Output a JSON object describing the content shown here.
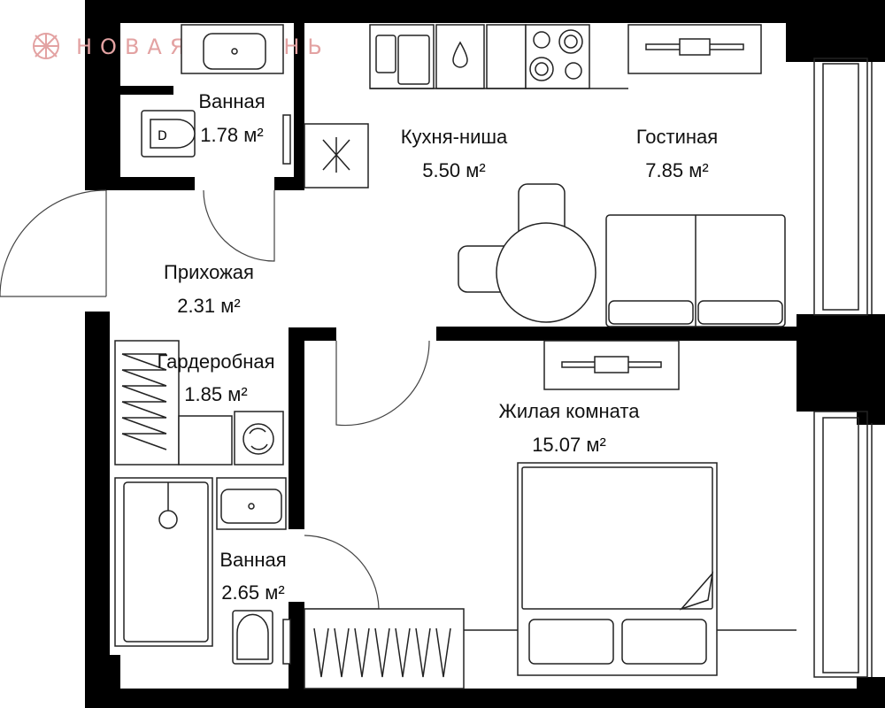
{
  "brand": {
    "name": "НОВАЯ ЖИЗНЬ",
    "color": "#e3a2a2",
    "icon": "brand-logo-icon"
  },
  "unit_suffix": "м²",
  "rooms": {
    "bath1": {
      "name": "Ванная",
      "area": "1.78 м²"
    },
    "kitchen": {
      "name": "Кухня-ниша",
      "area": "5.50 м²"
    },
    "living": {
      "name": "Гостиная",
      "area": "7.85 м²"
    },
    "hall": {
      "name": "Прихожая",
      "area": "2.31 м²"
    },
    "wardrobe": {
      "name": "Гардеробная",
      "area": "1.85 м²"
    },
    "bedroom": {
      "name": "Жилая комната",
      "area": "15.07 м²"
    },
    "bath2": {
      "name": "Ванная",
      "area": "2.65 м²"
    }
  },
  "colors": {
    "wall": "#000000",
    "line": "#222222",
    "background": "#ffffff"
  }
}
